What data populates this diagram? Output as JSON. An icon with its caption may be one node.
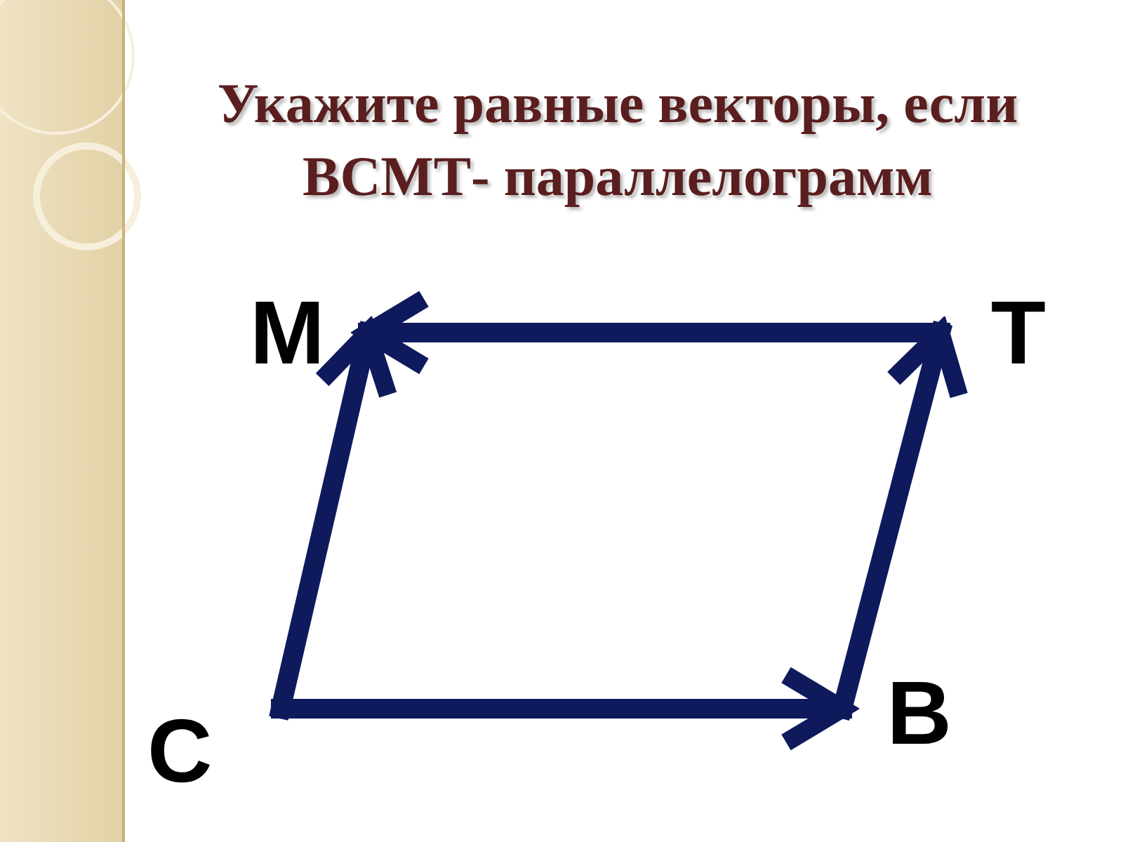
{
  "diagram": {
    "title": "Укажите равные векторы, если ВСМТ- параллелограмм",
    "nodes": [
      {
        "text": [
          "M"
        ]
      },
      {
        "text": [
          "T"
        ]
      },
      {
        "text": [
          "C"
        ]
      },
      {
        "text": [
          "B"
        ]
      }
    ],
    "edges": [
      {
        "from": 2,
        "to": 0,
        "arrow": "to"
      },
      {
        "from": 1,
        "to": 0,
        "arrow": "to"
      },
      {
        "from": 2,
        "to": 3,
        "arrow": "to"
      },
      {
        "from": 3,
        "to": 1,
        "arrow": "to"
      }
    ]
  }
}
